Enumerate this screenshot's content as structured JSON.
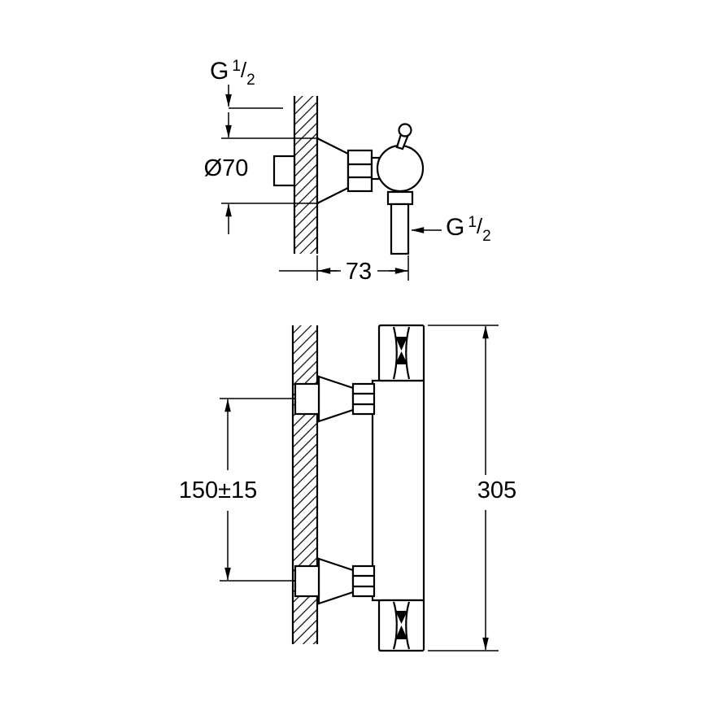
{
  "drawing": {
    "title": "thermostatic shower mixer dimensional drawing",
    "colors": {
      "line": "#000000",
      "background": "#ffffff"
    },
    "side_view": {
      "thread_label_inlet": {
        "prefix": "G",
        "numerator": "1",
        "slash": "/",
        "denominator": "2"
      },
      "thread_label_outlet": {
        "prefix": "G",
        "numerator": "1",
        "slash": "/",
        "denominator": "2"
      },
      "escutcheon_diameter": "Ø70",
      "wall_to_outlet_distance": "73"
    },
    "front_view": {
      "inlet_spacing": "150±15",
      "overall_length": "305"
    }
  }
}
